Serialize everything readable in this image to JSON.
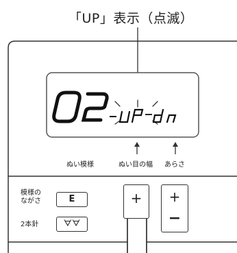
{
  "callout": {
    "title": "「UP」表示（点滅）"
  },
  "display": {
    "digits": "02",
    "mode_text": "UP",
    "state_text": "dn"
  },
  "labels": {
    "pattern": "ぬい模様",
    "stitch_width": "ぬい目の幅",
    "coarseness": "あらさ"
  },
  "side_labels": {
    "pattern_length_line1": "模様の",
    "pattern_length_line2": "ながさ",
    "twin_needle": "2本針"
  },
  "buttons": {
    "pattern_length": "E",
    "twin_needle": "ᗊᗊ",
    "stitch_width_plus": "+",
    "coarseness_plus": "+",
    "coarseness_minus": "−"
  },
  "colors": {
    "line": "#333333",
    "display_border": "#555555",
    "text": "#222222"
  }
}
